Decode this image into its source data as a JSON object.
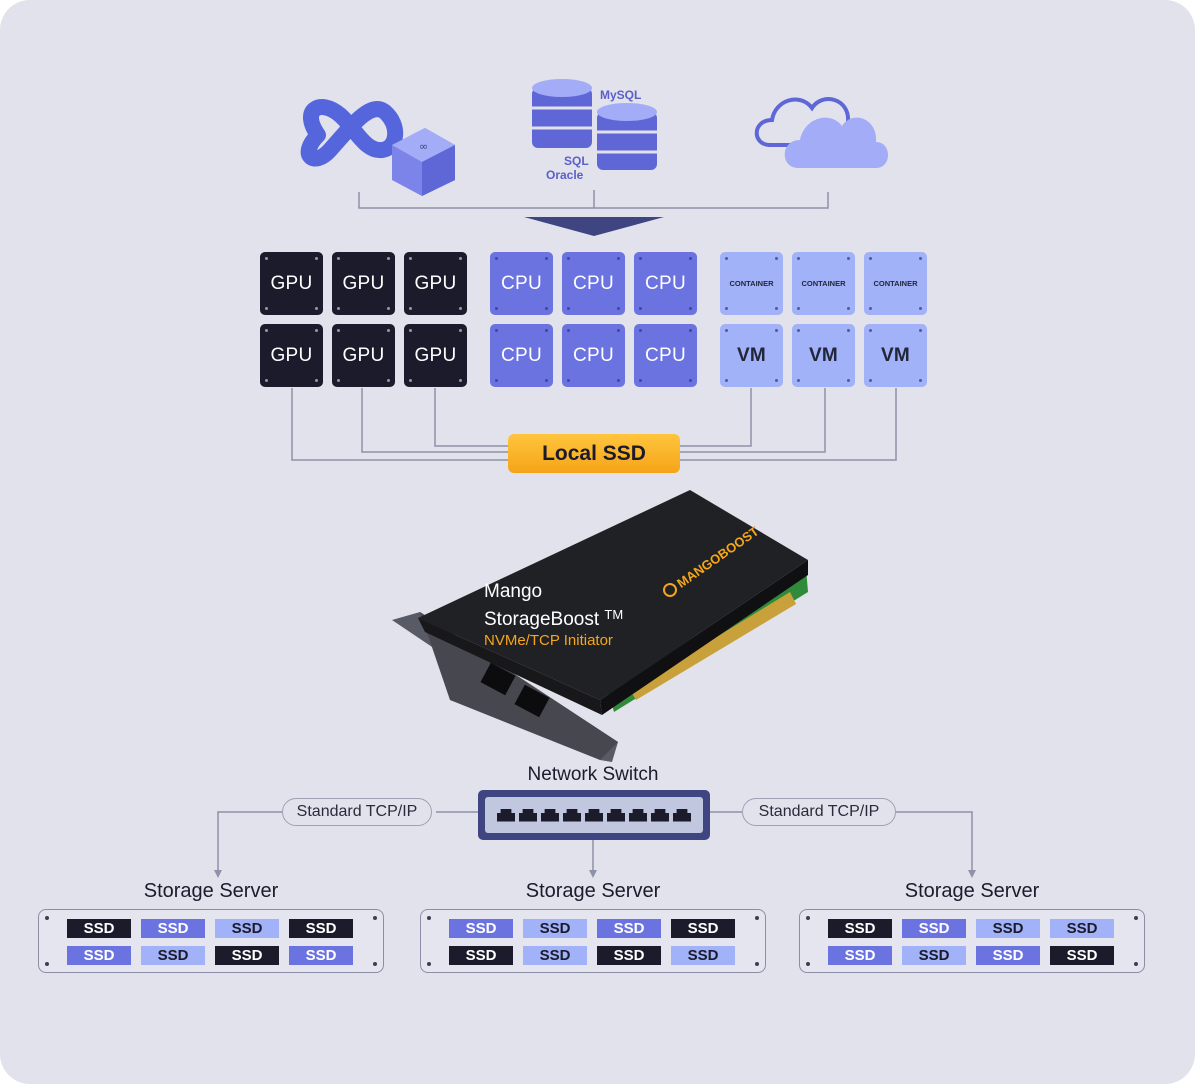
{
  "sources": {
    "db_labels": [
      "MySQL",
      "SQL",
      "Oracle"
    ],
    "icons": [
      "meta-icon",
      "database-icon",
      "cloud-icon"
    ]
  },
  "compute": {
    "row1": [
      {
        "label": "GPU",
        "kind": "gpu"
      },
      {
        "label": "GPU",
        "kind": "gpu"
      },
      {
        "label": "GPU",
        "kind": "gpu"
      },
      {
        "label": "CPU",
        "kind": "cpu"
      },
      {
        "label": "CPU",
        "kind": "cpu"
      },
      {
        "label": "CPU",
        "kind": "cpu"
      },
      {
        "label": "CONTAINER",
        "kind": "ctr"
      },
      {
        "label": "CONTAINER",
        "kind": "ctr"
      },
      {
        "label": "CONTAINER",
        "kind": "ctr"
      }
    ],
    "row2": [
      {
        "label": "GPU",
        "kind": "gpu"
      },
      {
        "label": "GPU",
        "kind": "gpu"
      },
      {
        "label": "GPU",
        "kind": "gpu"
      },
      {
        "label": "CPU",
        "kind": "cpu"
      },
      {
        "label": "CPU",
        "kind": "cpu"
      },
      {
        "label": "CPU",
        "kind": "cpu"
      },
      {
        "label": "VM",
        "kind": "ctr"
      },
      {
        "label": "VM",
        "kind": "ctr"
      },
      {
        "label": "VM",
        "kind": "ctr"
      }
    ]
  },
  "local_ssd": "Local SSD",
  "card": {
    "line1": "Mango",
    "line2": "StorageBoost",
    "tm": "TM",
    "line3": "NVMe/TCP Initiator",
    "brand": "MANGOBOOST"
  },
  "network": {
    "switch_label": "Network Switch",
    "tcp_left": "Standard TCP/IP",
    "tcp_right": "Standard TCP/IP"
  },
  "servers": [
    {
      "title": "Storage Server",
      "rows": [
        [
          {
            "t": "SSD",
            "c": "dark"
          },
          {
            "t": "SSD",
            "c": "blue"
          },
          {
            "t": "SSD",
            "c": "light"
          },
          {
            "t": "SSD",
            "c": "dark"
          }
        ],
        [
          {
            "t": "SSD",
            "c": "blue"
          },
          {
            "t": "SSD",
            "c": "light"
          },
          {
            "t": "SSD",
            "c": "dark"
          },
          {
            "t": "SSD",
            "c": "blue"
          }
        ]
      ]
    },
    {
      "title": "Storage Server",
      "rows": [
        [
          {
            "t": "SSD",
            "c": "blue"
          },
          {
            "t": "SSD",
            "c": "light"
          },
          {
            "t": "SSD",
            "c": "blue"
          },
          {
            "t": "SSD",
            "c": "dark"
          }
        ],
        [
          {
            "t": "SSD",
            "c": "dark"
          },
          {
            "t": "SSD",
            "c": "light"
          },
          {
            "t": "SSD",
            "c": "dark"
          },
          {
            "t": "SSD",
            "c": "light"
          }
        ]
      ]
    },
    {
      "title": "Storage Server",
      "rows": [
        [
          {
            "t": "SSD",
            "c": "dark"
          },
          {
            "t": "SSD",
            "c": "blue"
          },
          {
            "t": "SSD",
            "c": "light"
          },
          {
            "t": "SSD",
            "c": "light"
          }
        ],
        [
          {
            "t": "SSD",
            "c": "blue"
          },
          {
            "t": "SSD",
            "c": "light"
          },
          {
            "t": "SSD",
            "c": "blue"
          },
          {
            "t": "SSD",
            "c": "dark"
          }
        ]
      ]
    }
  ]
}
